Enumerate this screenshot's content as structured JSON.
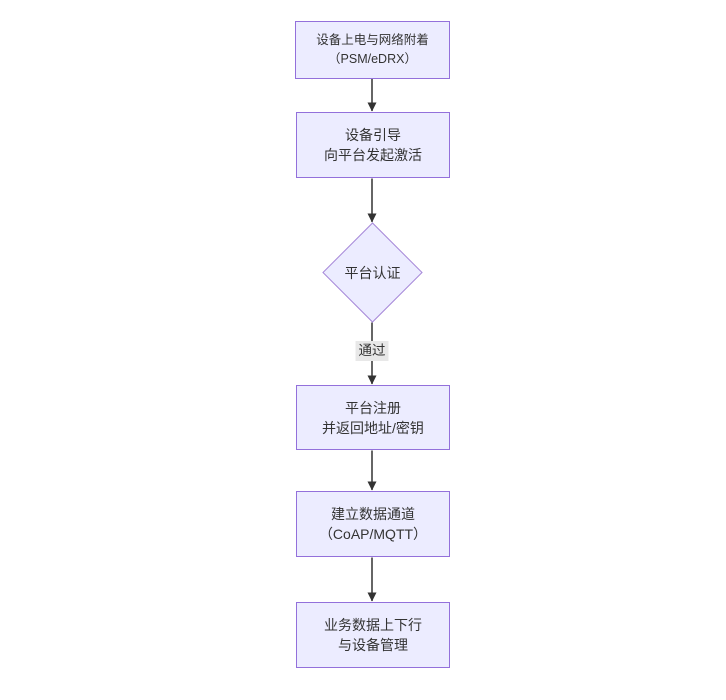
{
  "diagram": {
    "type": "flowchart-vertical",
    "background_color": "#ffffff",
    "node_fill_color": "#ececff",
    "node_border_color": "#9370db",
    "edge_color": "#333333",
    "edge_label_background": "#e8e8e8",
    "text_color": "#333333",
    "nodes": [
      {
        "id": "A",
        "shape": "rect",
        "line1": "设备上电与网络附着",
        "line2": "（PSM/eDRX）"
      },
      {
        "id": "B",
        "shape": "rect",
        "line1": "设备引导",
        "line2": "向平台发起激活"
      },
      {
        "id": "C",
        "shape": "diamond",
        "line1": "平台认证",
        "line2": ""
      },
      {
        "id": "D",
        "shape": "rect",
        "line1": "平台注册",
        "line2": "并返回地址/密钥"
      },
      {
        "id": "E",
        "shape": "rect",
        "line1": "建立数据通道",
        "line2": "（CoAP/MQTT）"
      },
      {
        "id": "F",
        "shape": "rect",
        "line1": "业务数据上下行",
        "line2": "与设备管理"
      }
    ],
    "edges": [
      {
        "from": "A",
        "to": "B",
        "label": ""
      },
      {
        "from": "B",
        "to": "C",
        "label": ""
      },
      {
        "from": "C",
        "to": "D",
        "label": "通过"
      },
      {
        "from": "D",
        "to": "E",
        "label": ""
      },
      {
        "from": "E",
        "to": "F",
        "label": ""
      }
    ]
  }
}
